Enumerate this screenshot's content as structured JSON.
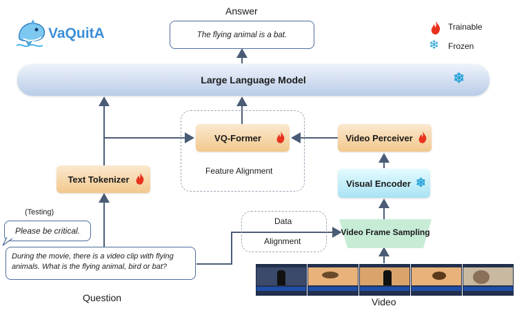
{
  "logo": {
    "text": "VaQuitA"
  },
  "legend": {
    "trainable": "Trainable",
    "frozen": "Frozen"
  },
  "answer": {
    "title": "Answer",
    "text": "The flying animal is a bat."
  },
  "llm": {
    "label": "Large Language Model"
  },
  "vq_former": {
    "label": "VQ-Former"
  },
  "feature_alignment": {
    "label": "Feature Alignment"
  },
  "video_perceiver": {
    "label": "Video Perceiver"
  },
  "visual_encoder": {
    "label": "Visual Encoder"
  },
  "text_tokenizer": {
    "label": "Text Tokenizer"
  },
  "testing": {
    "tag": "(Testing)",
    "prompt": "Please be critical."
  },
  "question": {
    "text": "During the movie, there is a video clip with flying animals. What is the flying animal, bird or bat?",
    "title": "Question"
  },
  "data_alignment": {
    "line1": "Data",
    "line2": "Alignment"
  },
  "frame_sampling": {
    "label": "Video Frame Sampling"
  },
  "video": {
    "title": "Video",
    "frames": [
      "frame-1",
      "frame-2",
      "frame-3",
      "frame-4",
      "frame-5"
    ]
  },
  "colors": {
    "trainable": "#e8321e",
    "frozen": "#29a3d8",
    "arrow": "#4a5b75"
  }
}
